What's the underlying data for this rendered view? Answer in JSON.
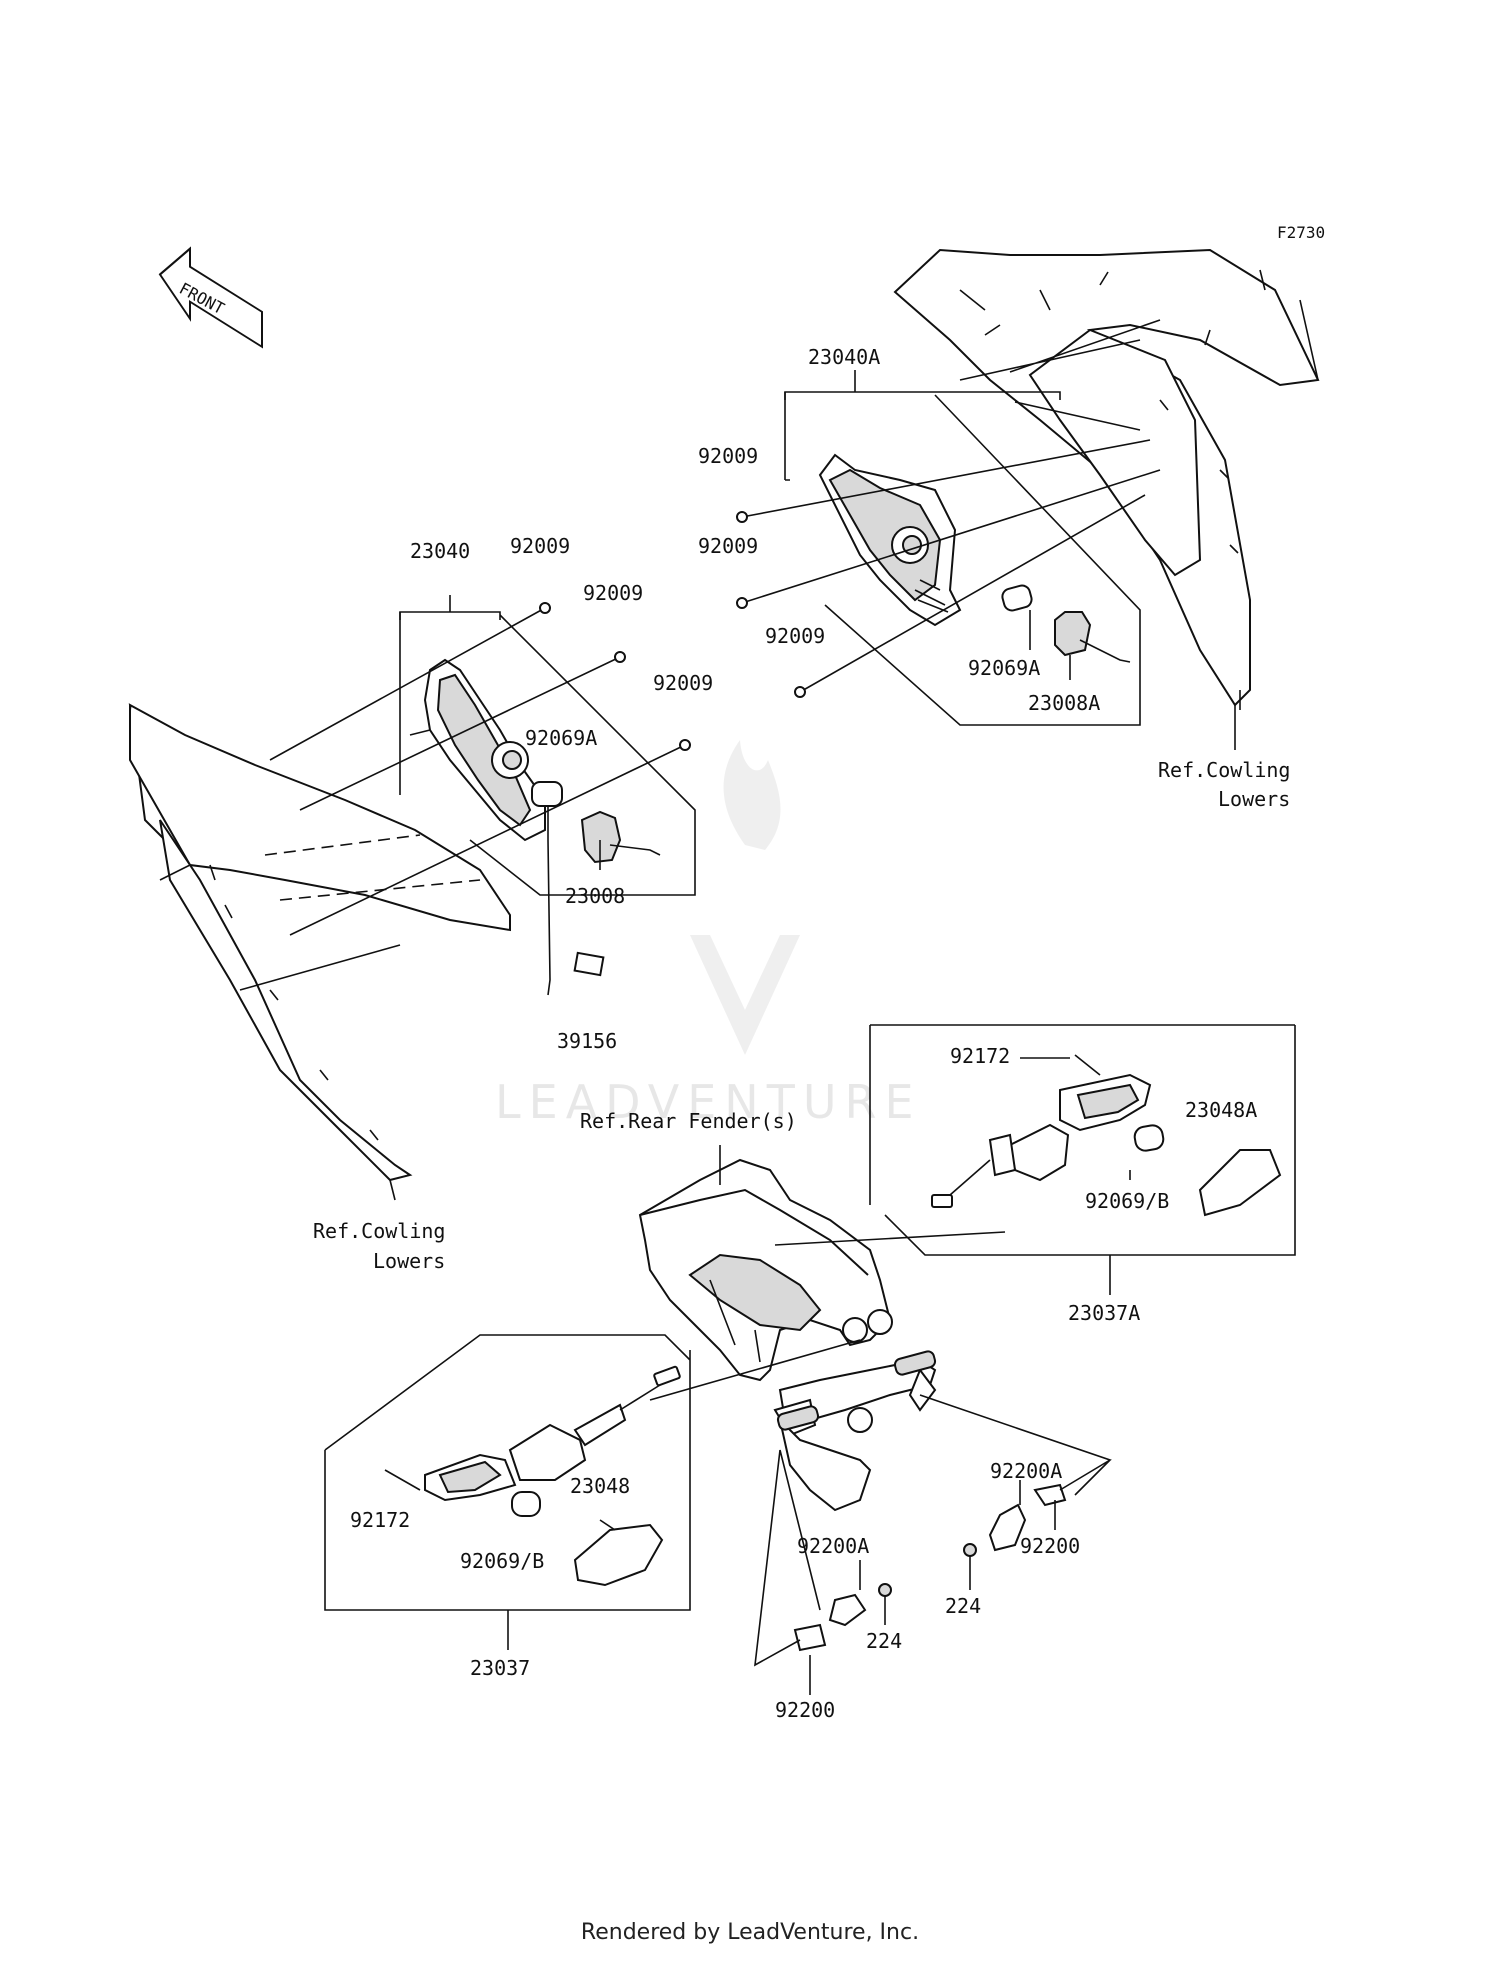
{
  "figure_code": "F2730",
  "front_marker": "FRONT",
  "watermark": "LEADVENTURE",
  "footer": "Rendered by LeadVenture, Inc.",
  "callouts": {
    "c_23040A": "23040A",
    "c_92009_r1": "92009",
    "c_92009_r2": "92009",
    "c_92009_r3": "92009",
    "c_92069A_r": "92069A",
    "c_23008A": "23008A",
    "c_ref_cowl_r_1": "Ref.Cowling",
    "c_ref_cowl_r_2": "Lowers",
    "c_23040": "23040",
    "c_92009_l1": "92009",
    "c_92009_l2": "92009",
    "c_92009_l3": "92009",
    "c_92069A_l": "92069A",
    "c_23008": "23008",
    "c_39156": "39156",
    "c_ref_cowl_l_1": "Ref.Cowling",
    "c_ref_cowl_l_2": "Lowers",
    "c_ref_fender": "Ref.Rear Fender(s)",
    "c_92172_r": "92172",
    "c_23048A": "23048A",
    "c_92069B_r": "92069/B",
    "c_23037A": "23037A",
    "c_92172_l": "92172",
    "c_23048": "23048",
    "c_92069B_l": "92069/B",
    "c_23037": "23037",
    "c_92200A_r": "92200A",
    "c_224_r": "224",
    "c_92200_r": "92200",
    "c_92200A_l": "92200A",
    "c_224_l": "224",
    "c_92200_l": "92200"
  }
}
